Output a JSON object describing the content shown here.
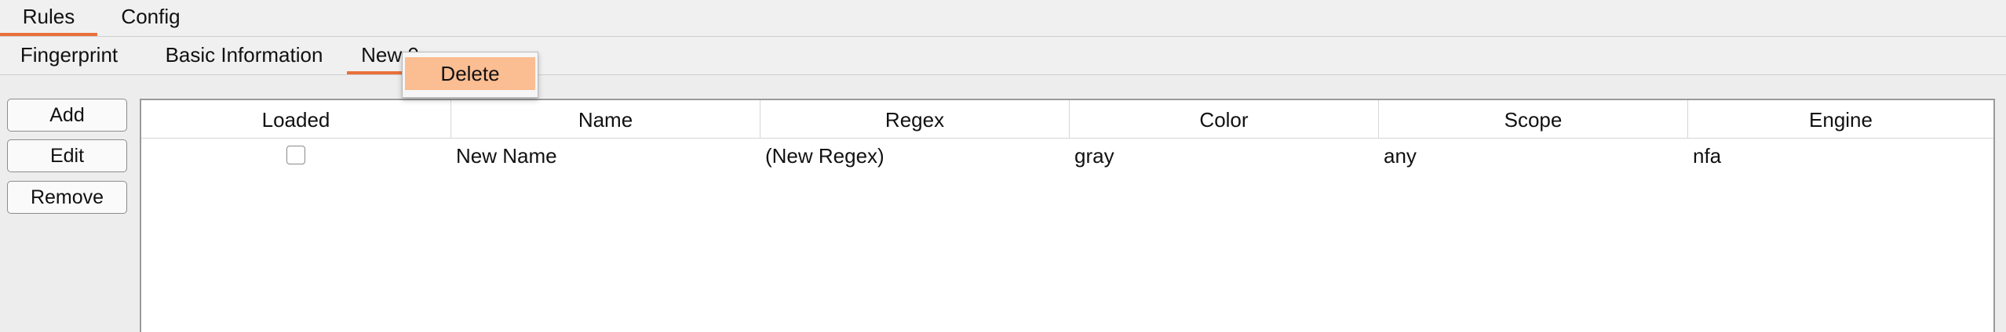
{
  "top_tabs": [
    {
      "label": "Rules",
      "active": true
    },
    {
      "label": "Config",
      "active": false
    }
  ],
  "sub_tabs": [
    {
      "label": "Fingerprint",
      "active": false
    },
    {
      "label": "Basic Information",
      "active": false
    },
    {
      "label": "New 0",
      "active": true
    }
  ],
  "context_menu": {
    "items": [
      {
        "label": "Delete"
      }
    ]
  },
  "buttons": {
    "add": "Add",
    "edit": "Edit",
    "remove": "Remove"
  },
  "table": {
    "columns": [
      "Loaded",
      "Name",
      "Regex",
      "Color",
      "Scope",
      "Engine"
    ],
    "rows": [
      {
        "loaded": false,
        "name": "New Name",
        "regex": "(New Regex)",
        "color": "gray",
        "scope": "any",
        "engine": "nfa"
      }
    ]
  },
  "colors": {
    "accent": "#e8703a",
    "menu_highlight": "#fbbd92",
    "background": "#ededed"
  }
}
